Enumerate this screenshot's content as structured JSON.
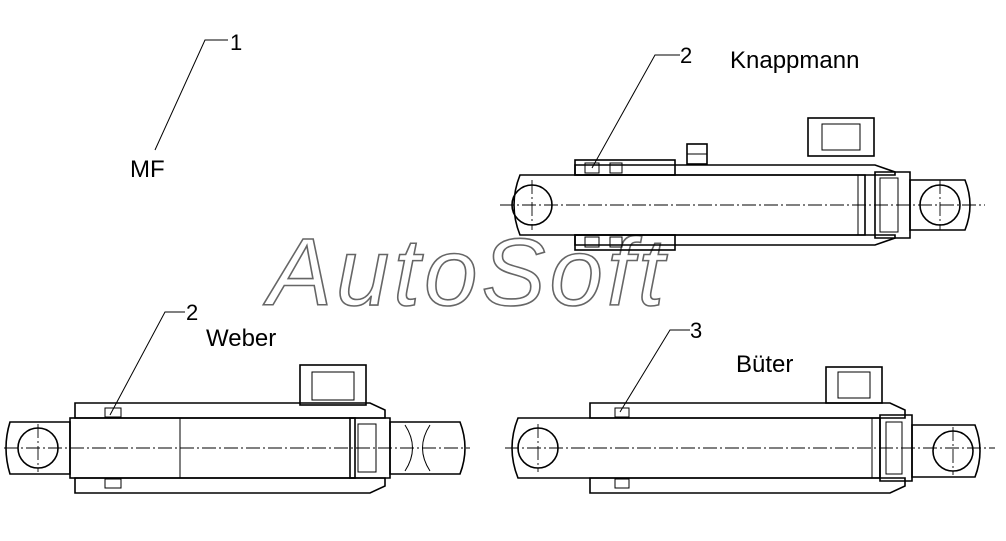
{
  "watermark": "AutoSoft",
  "labels": {
    "mf": "MF",
    "knappmann": "Knappmann",
    "weber": "Weber",
    "buter": "Büter"
  },
  "callouts": {
    "c1": "1",
    "c2_top": "2",
    "c2_left": "2",
    "c3": "3"
  }
}
